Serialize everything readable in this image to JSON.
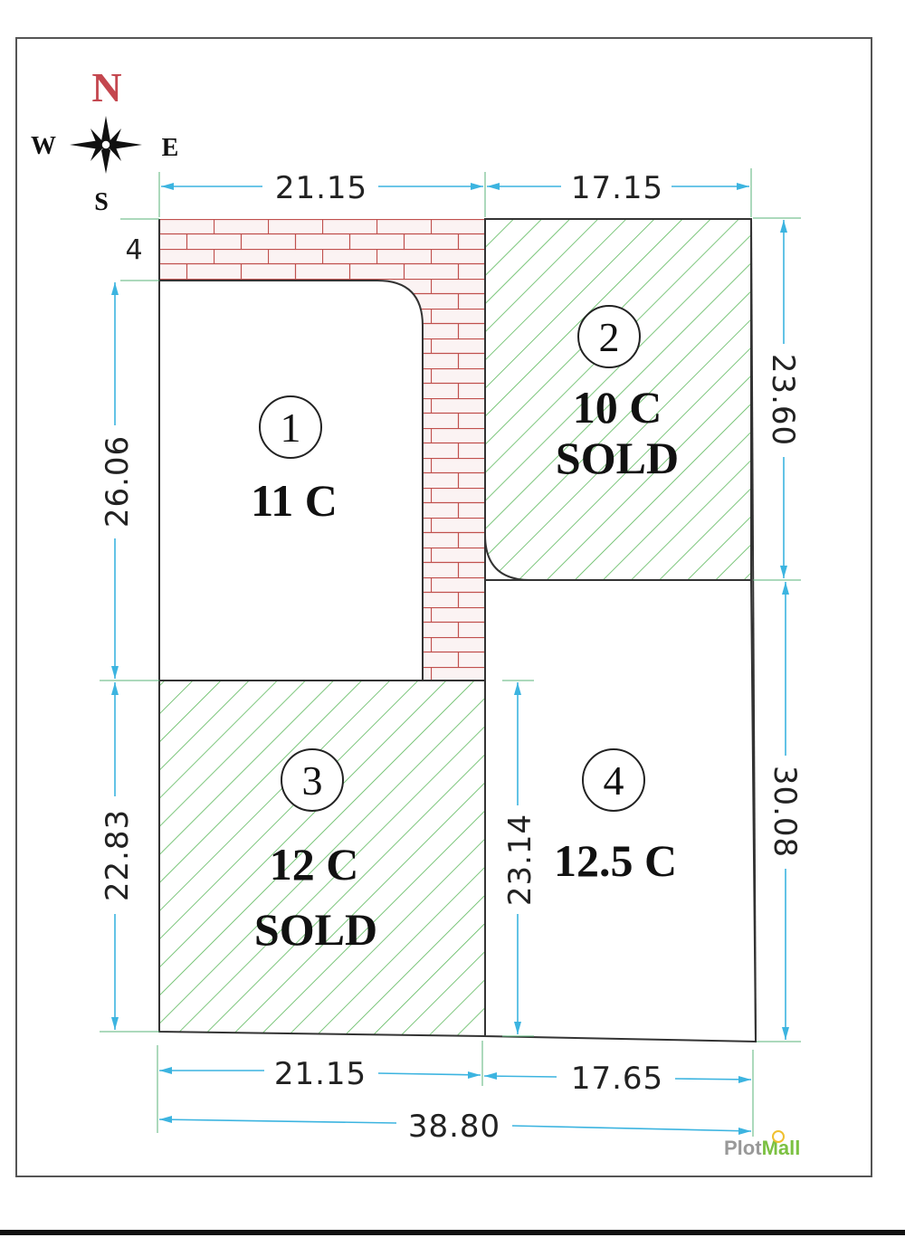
{
  "compass": {
    "n": "N",
    "s": "S",
    "e": "E",
    "w": "W"
  },
  "dimensions": {
    "top_left": "21.15",
    "top_right": "17.15",
    "road_width": "4",
    "left_upper": "26.06",
    "left_lower": "22.83",
    "right_upper": "23.60",
    "right_lower": "30.08",
    "plot4_left": "23.14",
    "bottom_left": "21.15",
    "bottom_right": "17.65",
    "bottom_total": "38.80"
  },
  "plots": [
    {
      "number": "1",
      "area": "11 C",
      "status": ""
    },
    {
      "number": "2",
      "area": "10 C",
      "status": "SOLD"
    },
    {
      "number": "3",
      "area": "12 C",
      "status": "SOLD"
    },
    {
      "number": "4",
      "area": "12.5 C",
      "status": ""
    }
  ],
  "watermark": {
    "part1": "Plot",
    "part2": "Mall"
  },
  "colors": {
    "sold_hatch": "#5cb85c",
    "road_brick": "#c0504d",
    "dimension": "#3cb4e0",
    "north": "#c4474f"
  }
}
